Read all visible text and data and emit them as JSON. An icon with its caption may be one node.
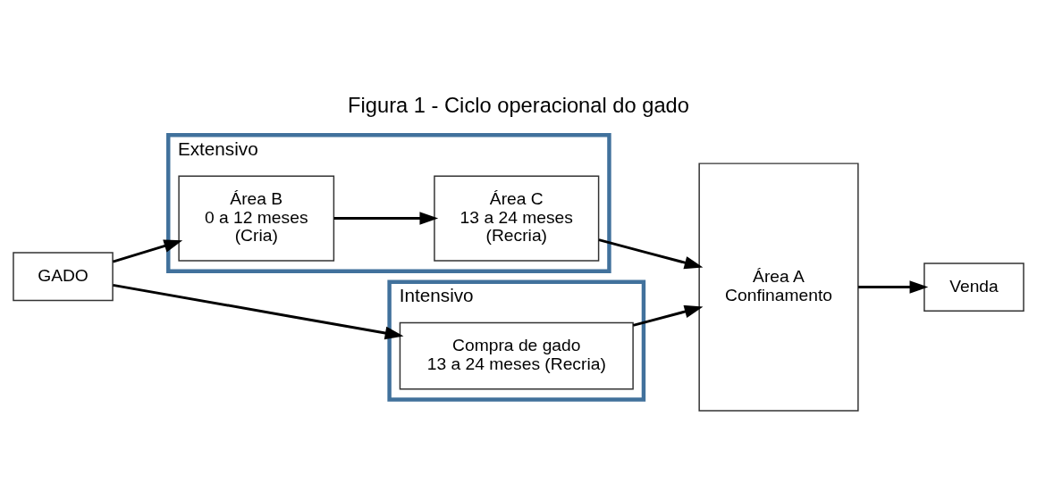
{
  "diagram": {
    "title": "Figura 1 - Ciclo operacional do gado",
    "nodes": [
      {
        "text": [
          "Extensivo"
        ]
      },
      {
        "text": [
          "Área B",
          "0 a 12 meses",
          "(Cria)"
        ],
        "in": 0
      },
      {
        "text": [
          "Área C",
          "13 a 24 meses",
          "(Recria)"
        ],
        "in": 0
      },
      {
        "text": [
          "Área A",
          "Confinamento"
        ]
      },
      {
        "text": [
          "GADO"
        ]
      },
      {
        "text": [
          "Venda"
        ]
      },
      {
        "text": [
          "Intensivo"
        ]
      },
      {
        "text": [
          "Compra de gado",
          "13 a 24 meses (Recria)"
        ],
        "in": 6
      }
    ],
    "edges": [
      {
        "from": 4,
        "to": 1,
        "arrow": "to"
      },
      {
        "from": 1,
        "to": 2,
        "arrow": "to"
      },
      {
        "from": 2,
        "to": 3,
        "arrow": "to"
      },
      {
        "from": 3,
        "to": 5,
        "arrow": "to"
      },
      {
        "from": 4,
        "to": 7,
        "arrow": "to"
      },
      {
        "from": 7,
        "to": 3,
        "arrow": "to"
      }
    ]
  }
}
